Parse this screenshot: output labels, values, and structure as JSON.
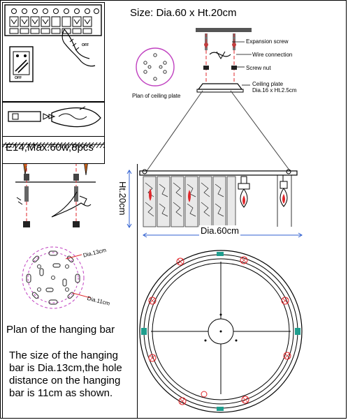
{
  "size_title": "Size: Dia.60 x Ht.20cm",
  "bulb_spec": "E14,Max.60w,8pcs",
  "off_label": "OFF",
  "ceiling_callouts": {
    "expansion_screw": "Expansion screw",
    "wire_connection": "Wire connection",
    "screw_nut": "Screw nut",
    "ceiling_plate": "Ceiling plate",
    "ceiling_plate_size": "Dia.16 x Ht.2.5cm"
  },
  "plate_plan_label": "Plan of ceiling plate",
  "height_dim": "Ht.20cm",
  "width_dim": "Dia.60cm",
  "bar_dia_label": "Dia.13cm",
  "bar_hole_label": "Dia.11cm",
  "hanging_bar_title": "Plan of the hanging bar",
  "hanging_bar_note_lines": [
    "The size of the hanging",
    "bar is Dia.13cm,the hole",
    "distance on the hanging",
    "bar is 11cm as shown."
  ],
  "colors": {
    "line": "#000000",
    "red": "#e0262a",
    "magenta": "#c040c0",
    "teal": "#1f9e8e",
    "blue": "#2f5fd0"
  }
}
